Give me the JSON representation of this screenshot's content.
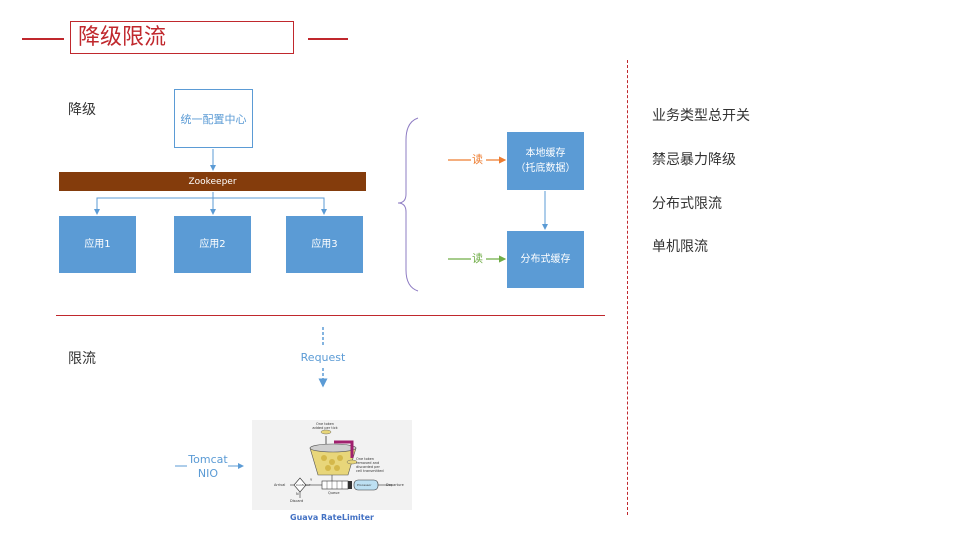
{
  "header": {
    "title": "降级限流"
  },
  "sections": {
    "degrade_label": "降级",
    "ratelimit_label": "限流"
  },
  "diagram": {
    "config_center": "统一配置中心",
    "zookeeper": "Zookeeper",
    "apps": [
      "应用1",
      "应用2",
      "应用3"
    ],
    "local_cache_line1": "本地缓存",
    "local_cache_line2": "（托底数据）",
    "distributed_cache": "分布式缓存",
    "read_label": "读",
    "request": "Request",
    "tomcat_line1": "Tomcat",
    "tomcat_line2": "NIO",
    "limiter_caption": "Guava RateLimiter",
    "limiter_labels": {
      "top": "One token added per tick",
      "right_top": "One token removed and discarded per cell transmitted",
      "arrival": "Arrival",
      "departure": "Departure",
      "discard": "Discard",
      "queue": "Queue",
      "processor": "Processor",
      "conform": "Conform?",
      "no": "N",
      "yes": "Y"
    }
  },
  "right_list": [
    "业务类型总开关",
    "禁忌暴力降级",
    "分布式限流",
    "单机限流"
  ],
  "colors": {
    "accent": "#c0282d",
    "blue": "#5b9bd5",
    "zookeeper": "#843c0c",
    "orange": "#ed7d31",
    "green": "#70ad47"
  }
}
